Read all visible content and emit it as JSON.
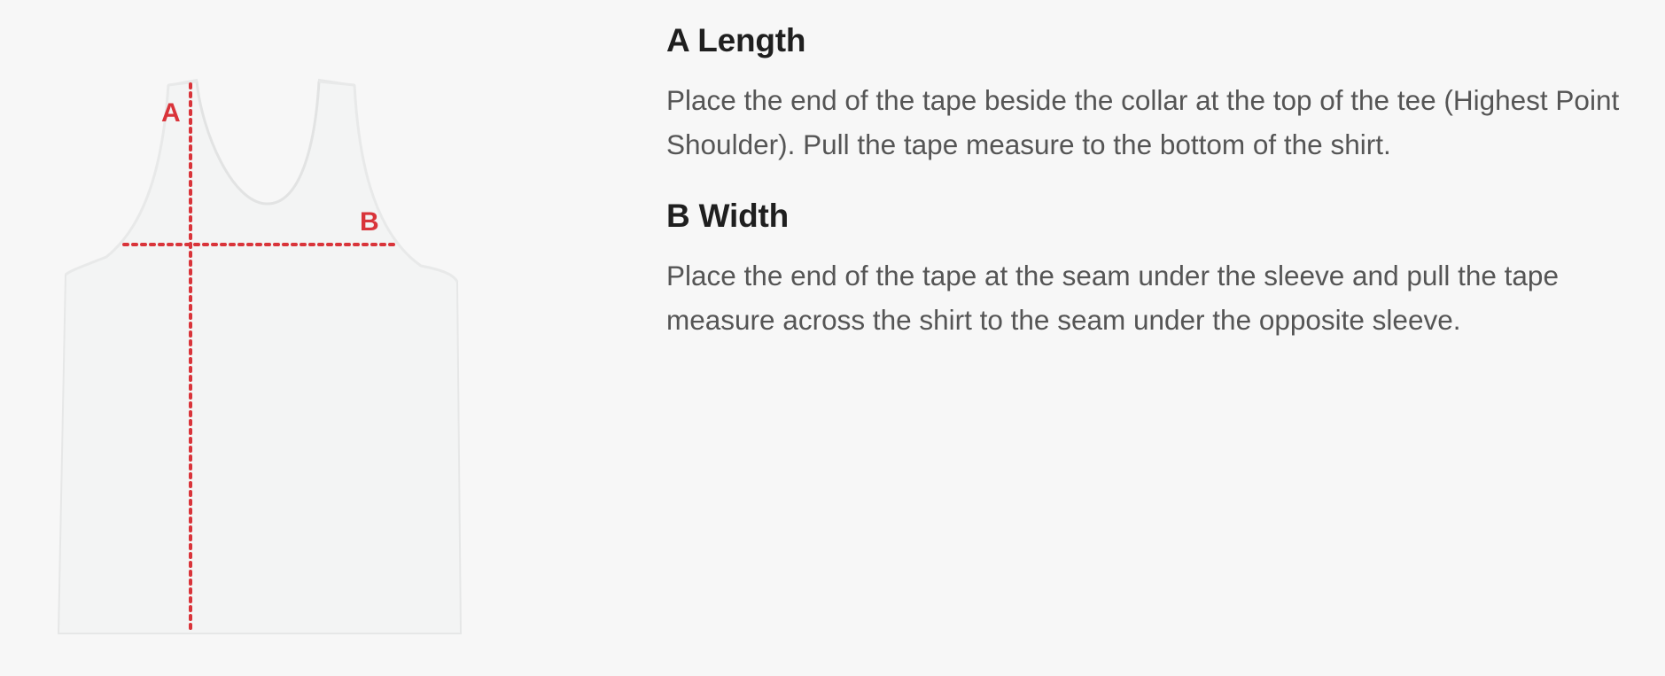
{
  "figure": {
    "label_a": "A",
    "label_b": "B",
    "measure_line_color": "#d9343a",
    "garment_color": "#f3f4f4"
  },
  "sections": [
    {
      "heading": "A Length",
      "body": "Place the end of the tape beside the collar at the top of the tee (Highest Point Shoulder). Pull the tape measure to the bottom of the shirt."
    },
    {
      "heading": "B Width",
      "body": "Place the end of the tape at the seam under the sleeve and pull the tape measure across the shirt to the seam under the opposite sleeve."
    }
  ]
}
